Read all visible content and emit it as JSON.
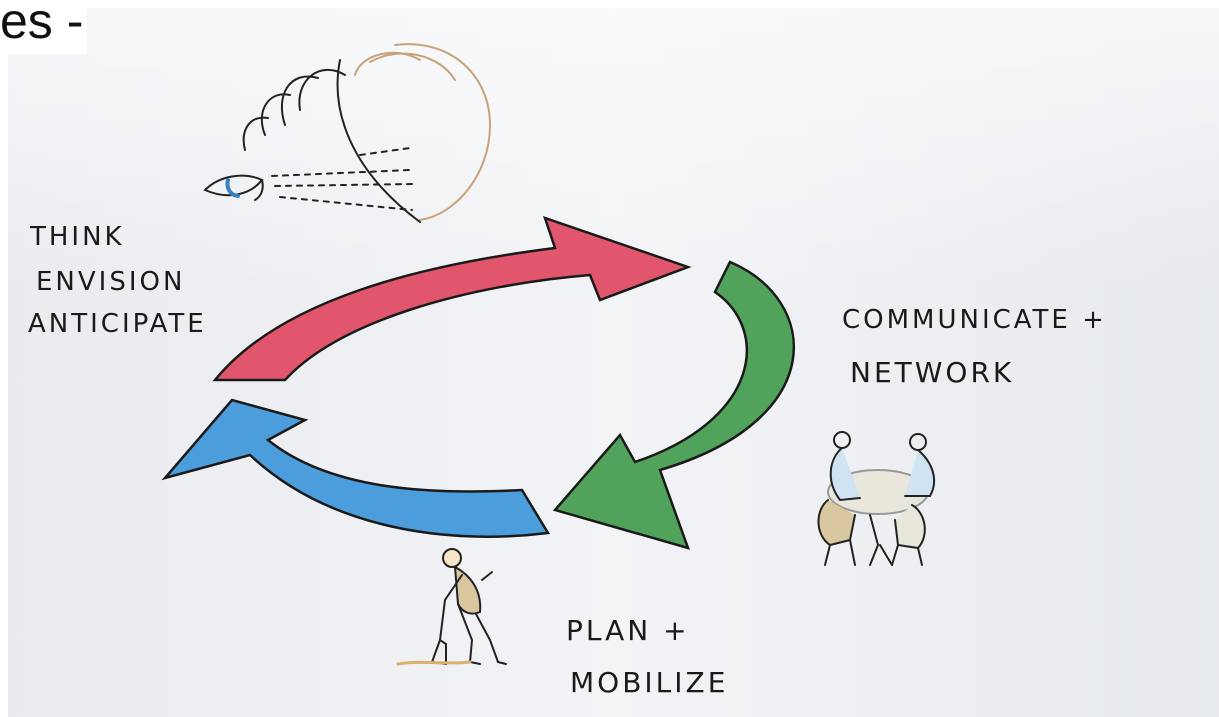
{
  "title_fragment": "es -",
  "labels": {
    "think": [
      "THINK",
      "ENVISION",
      "ANTICIPATE"
    ],
    "communicate": [
      "COMMUNICATE +",
      "NETWORK"
    ],
    "plan": [
      "PLAN +",
      "MOBILIZE"
    ]
  },
  "colors": {
    "arrow_top": "#e0455e",
    "arrow_right": "#3f9a4a",
    "arrow_bottom": "#3a93d8",
    "ink": "#1a1a1a"
  }
}
